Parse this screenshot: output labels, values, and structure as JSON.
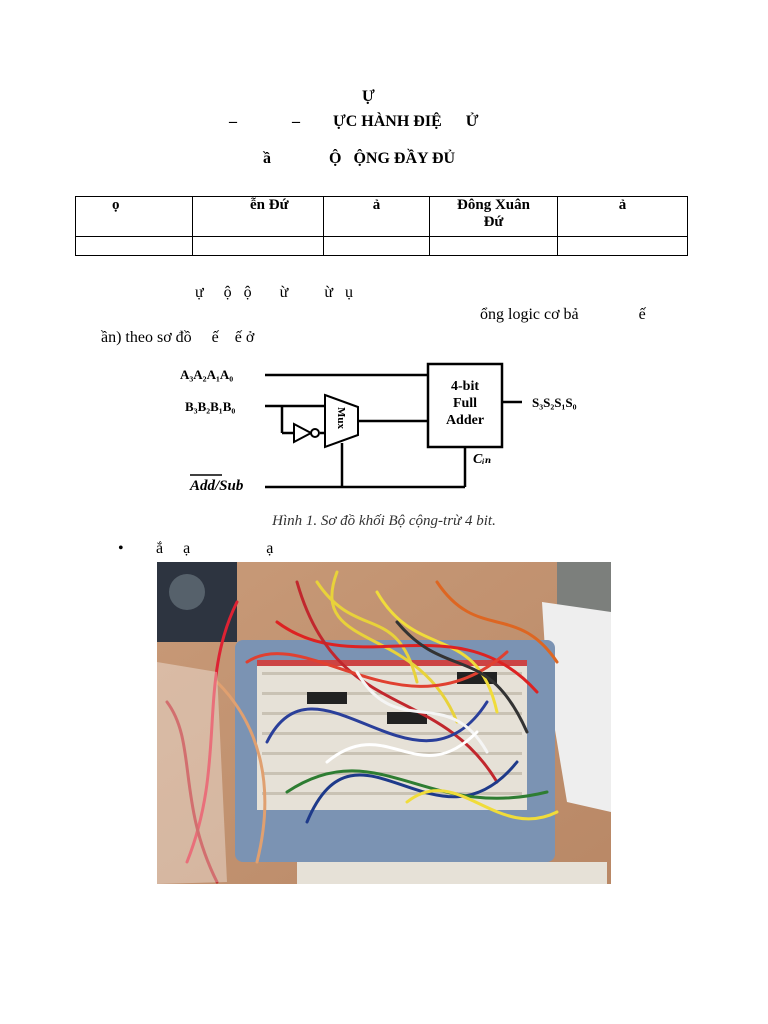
{
  "header": {
    "line1": "Ự",
    "line2_dash1": "–",
    "line2_dash2": "–",
    "line2_title": "ỰC HÀNH ĐIỆ      Ử",
    "line3_a": "ầ",
    "line3_b": "Ộ   ỘNG ĐẦY ĐỦ"
  },
  "info_table": {
    "row1": [
      {
        "top": "ọ",
        "bottom": ""
      },
      {
        "top": "ễn Đứ",
        "bottom": ""
      },
      {
        "top": "",
        "bottom": "ả"
      },
      {
        "top": "Đông Xuân",
        "bottom": "Đứ"
      },
      {
        "top": "",
        "bottom": "ả"
      }
    ],
    "row2": [
      "",
      "",
      "",
      "",
      ""
    ]
  },
  "body_text": {
    "line1": "ự     ộ   ộ       ừ         ừ   ụ",
    "line2": "ổng logic cơ bả               ế",
    "line3": "ần) theo sơ đồ     ế    ế ở"
  },
  "diagram": {
    "label_a": "A₃A₂A₁A₀",
    "label_b": "B₃B₂B₁B₀",
    "label_addsub": "Add/Sub",
    "mux_label": "Mux",
    "adder_line1": "4-bit",
    "adder_line2": "Full",
    "adder_line3": "Adder",
    "cin_label": "Cᵢₙ",
    "output_label": "S₃S₂S₁S₀",
    "caption": "Hình 1. Sơ đồ khối Bộ cộng-trừ 4 bit."
  },
  "bullet": {
    "symbol": "•",
    "text": "ắ     ạ                   ạ"
  },
  "photo": {
    "icon": "breadboard-photo"
  }
}
